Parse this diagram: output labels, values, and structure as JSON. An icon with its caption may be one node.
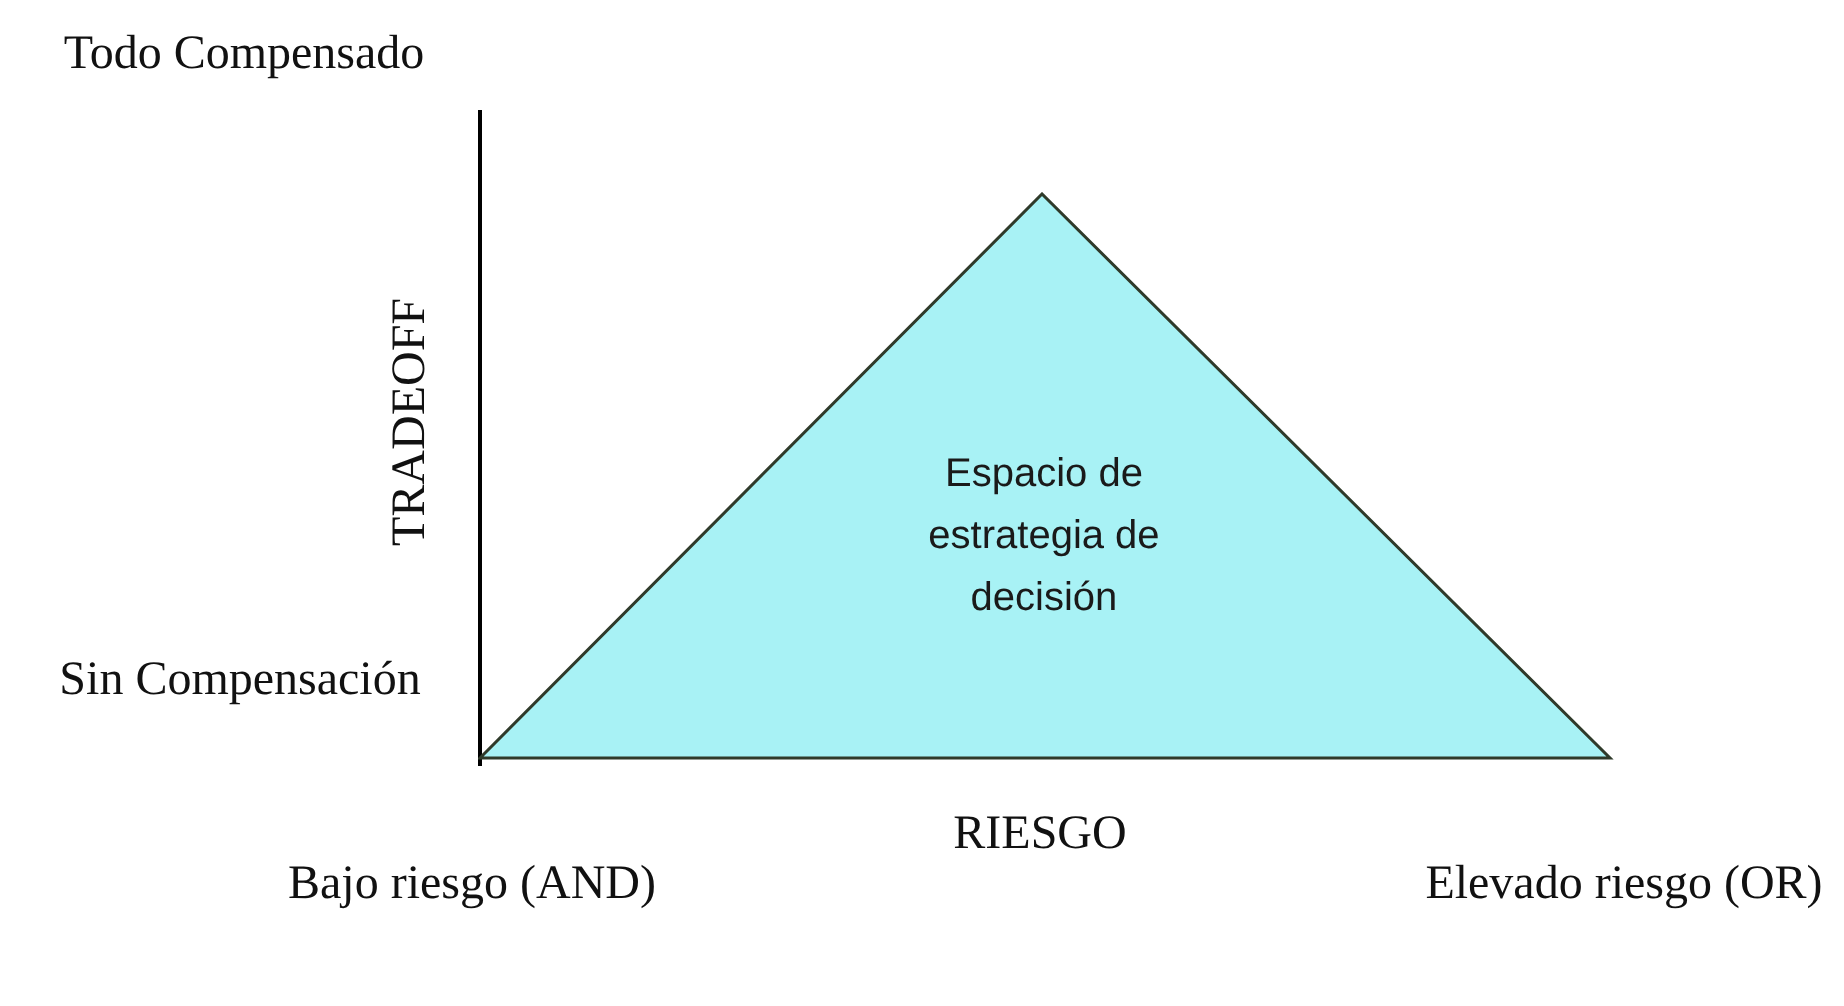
{
  "diagram": {
    "nodes": [
      {
        "text": [
          "Espacio de estrategia de decisión"
        ]
      }
    ],
    "labels": [
      "Todo Compensado",
      "TRADEOFF",
      "Sin Compensación",
      "RIESGO",
      "Bajo riesgo (AND)",
      "Elevado riesgo (OR)"
    ]
  }
}
